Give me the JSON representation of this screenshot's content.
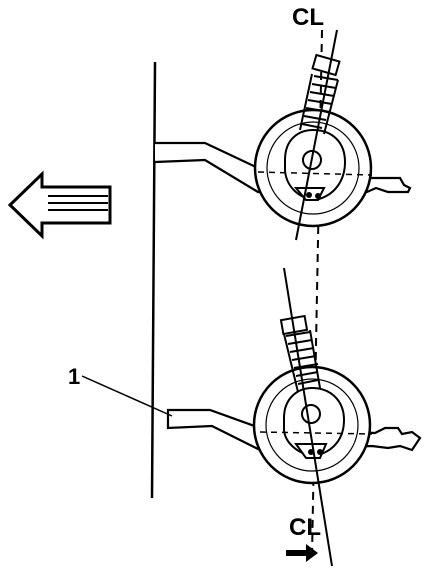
{
  "labels": {
    "centerline_top": "CL",
    "centerline_bottom": "CL",
    "callout_number": "1"
  },
  "colors": {
    "ink": "#000000",
    "background": "#ffffff"
  },
  "icons": {
    "direction_arrow": "arrow-left-icon",
    "small_arrow": "arrow-right-icon"
  }
}
